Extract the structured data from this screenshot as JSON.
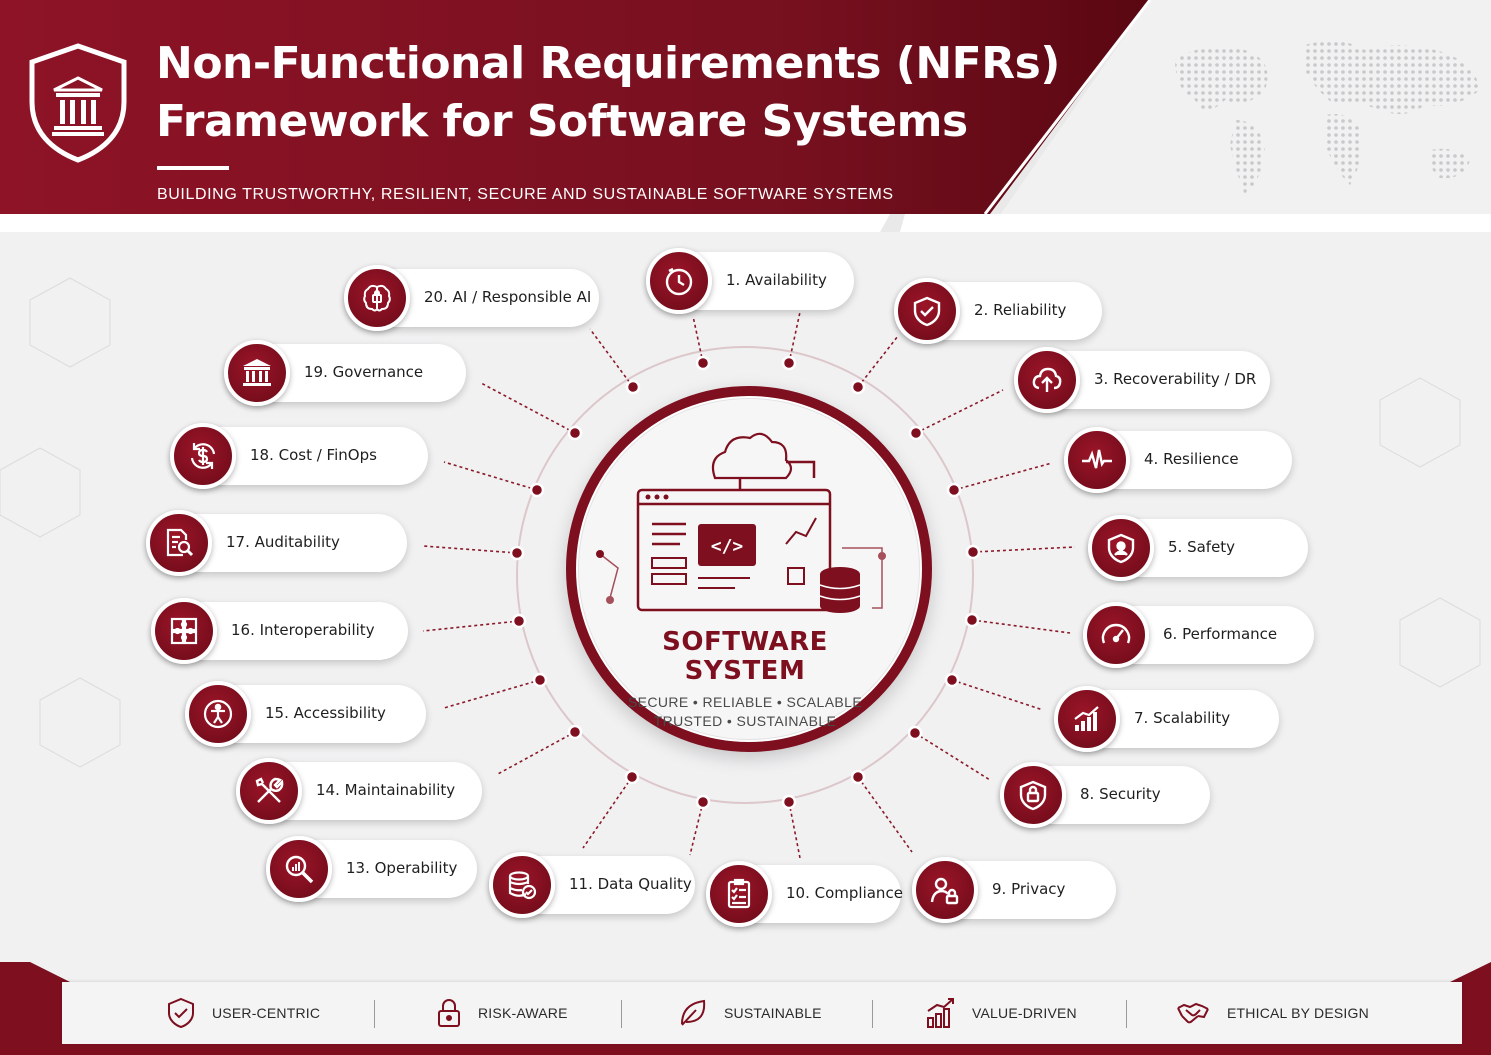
{
  "header": {
    "title_line1": "Non-Functional Requirements (NFRs)",
    "title_line2": "Framework for Software Systems",
    "subtitle": "BUILDING TRUSTWORTHY, RESILIENT, SECURE AND SUSTAINABLE SOFTWARE SYSTEMS",
    "logo_icon": "institution-shield-icon"
  },
  "colors": {
    "brand": "#7d0f1f",
    "brand_dark": "#5a0712",
    "background": "#f1f1f2",
    "card": "#ffffff"
  },
  "hub": {
    "title_line1": "SOFTWARE",
    "title_line2": "SYSTEM",
    "tagline_line1": "SECURE • RELIABLE • SCALABLE",
    "tagline_line2": "TRUSTED • SUSTAINABLE",
    "illustration": "browser-code-database-cloud-icon"
  },
  "nfrs": [
    {
      "label": "1. Availability",
      "icon": "clock-check-icon"
    },
    {
      "label": "2. Reliability",
      "icon": "shield-check-icon"
    },
    {
      "label": "3. Recoverability / DR",
      "icon": "cloud-upload-icon"
    },
    {
      "label": "4. Resilience",
      "icon": "heartbeat-icon"
    },
    {
      "label": "5. Safety",
      "icon": "shield-user-icon"
    },
    {
      "label": "6. Performance",
      "icon": "speedometer-icon"
    },
    {
      "label": "7. Scalability",
      "icon": "growth-chart-icon"
    },
    {
      "label": "8. Security",
      "icon": "shield-lock-icon"
    },
    {
      "label": "9. Privacy",
      "icon": "user-lock-icon"
    },
    {
      "label": "10. Compliance",
      "icon": "checklist-icon"
    },
    {
      "label": "11. Data Quality",
      "icon": "database-check-icon"
    },
    {
      "label": "13. Operability",
      "icon": "magnifier-chart-icon"
    },
    {
      "label": "14. Maintainability",
      "icon": "tools-icon"
    },
    {
      "label": "15. Accessibility",
      "icon": "accessibility-icon"
    },
    {
      "label": "16. Interoperability",
      "icon": "puzzle-icon"
    },
    {
      "label": "17. Auditability",
      "icon": "document-search-icon"
    },
    {
      "label": "18. Cost / FinOps",
      "icon": "dollar-cycle-icon"
    },
    {
      "label": "19. Governance",
      "icon": "institution-icon"
    },
    {
      "label": "20. AI / Responsible AI",
      "icon": "ai-brain-icon"
    }
  ],
  "footer": {
    "values": [
      {
        "label": "USER-CENTRIC",
        "icon": "shield-check-icon"
      },
      {
        "label": "RISK-AWARE",
        "icon": "padlock-icon"
      },
      {
        "label": "SUSTAINABLE",
        "icon": "leaf-icon"
      },
      {
        "label": "VALUE-DRIVEN",
        "icon": "bar-growth-icon"
      },
      {
        "label": "ETHICAL BY DESIGN",
        "icon": "handshake-icon"
      }
    ]
  }
}
